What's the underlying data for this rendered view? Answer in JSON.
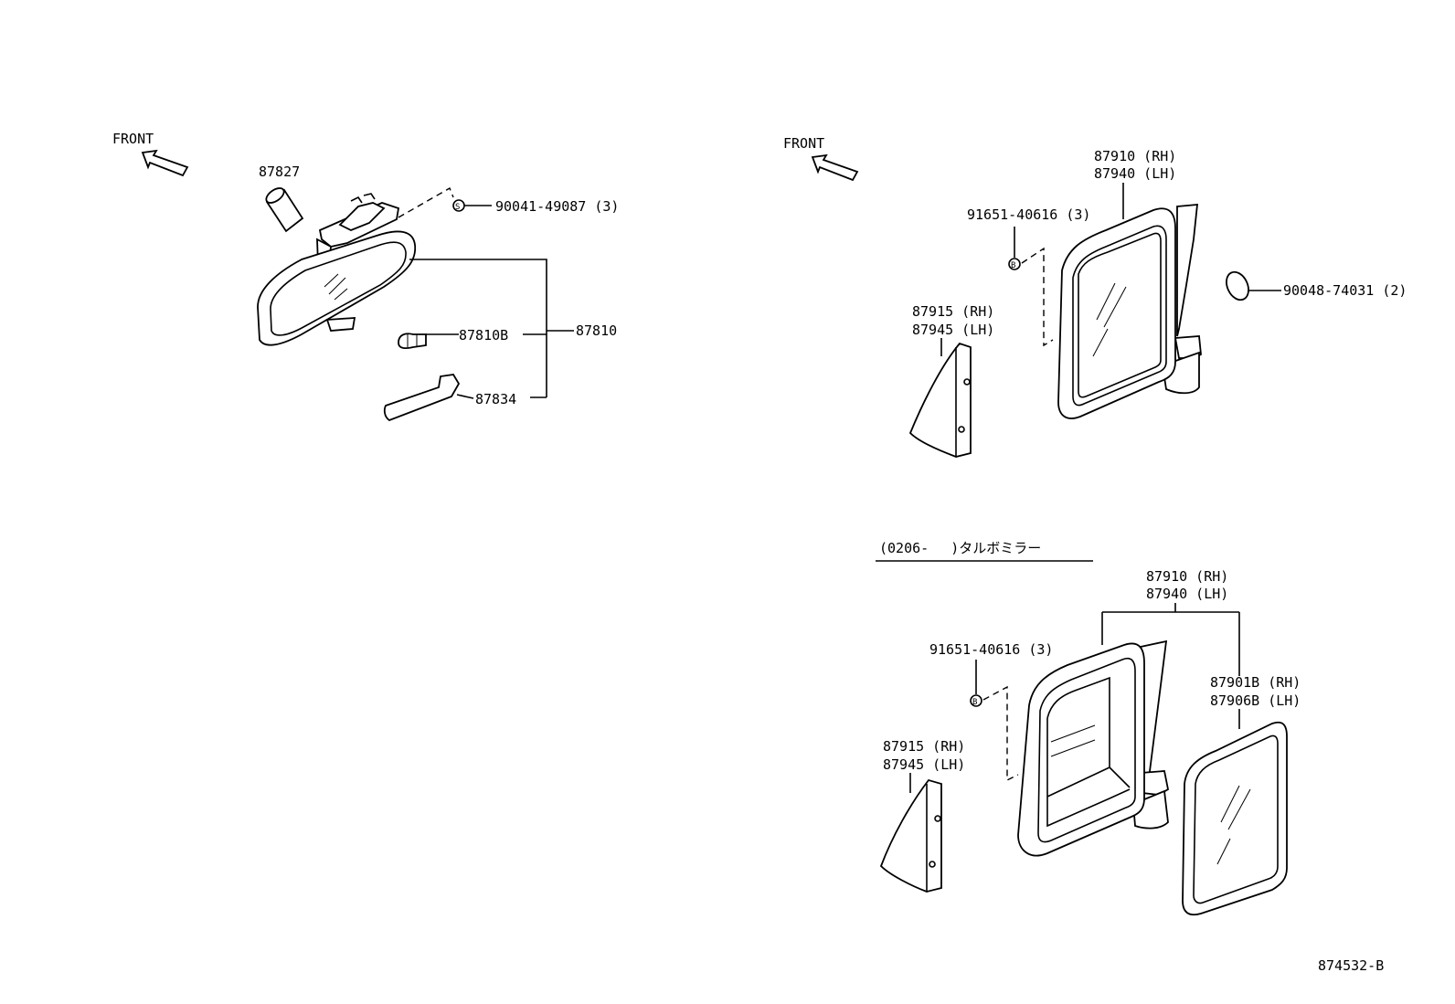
{
  "colors": {
    "line": "#000000",
    "background": "#ffffff"
  },
  "icons": {
    "front_arrow": "front-arrow-icon",
    "screw_symbol": "screw-s-symbol-icon",
    "bolt_symbol": "bolt-b-symbol-icon"
  },
  "symbols": {
    "screw": "S",
    "bolt": "B"
  },
  "inner_mirror": {
    "front_label": "FRONT",
    "parts": {
      "cover": "87827",
      "screw": "90041-49087 (3)",
      "lamp_bulb": "87810B",
      "assembly": "87810",
      "lens": "87834"
    }
  },
  "outer_mirror": {
    "front_label": "FRONT",
    "parts": {
      "mirror_rh": "87910 (RH)",
      "mirror_lh": "87940 (LH)",
      "bolt": "91651-40616 (3)",
      "plug": "90048-74031 (2)",
      "cover_rh": "87915 (RH)",
      "cover_lh": "87945 (LH)"
    }
  },
  "variant": {
    "header": "(0206-　 )タルボミラー",
    "parts": {
      "mirror_rh": "87910 (RH)",
      "mirror_lh": "87940 (LH)",
      "bolt": "91651-40616 (3)",
      "glass_rh": "87901B (RH)",
      "glass_lh": "87906B (LH)",
      "cover_rh": "87915 (RH)",
      "cover_lh": "87945 (LH)"
    }
  },
  "diagram_id": "874532-B"
}
